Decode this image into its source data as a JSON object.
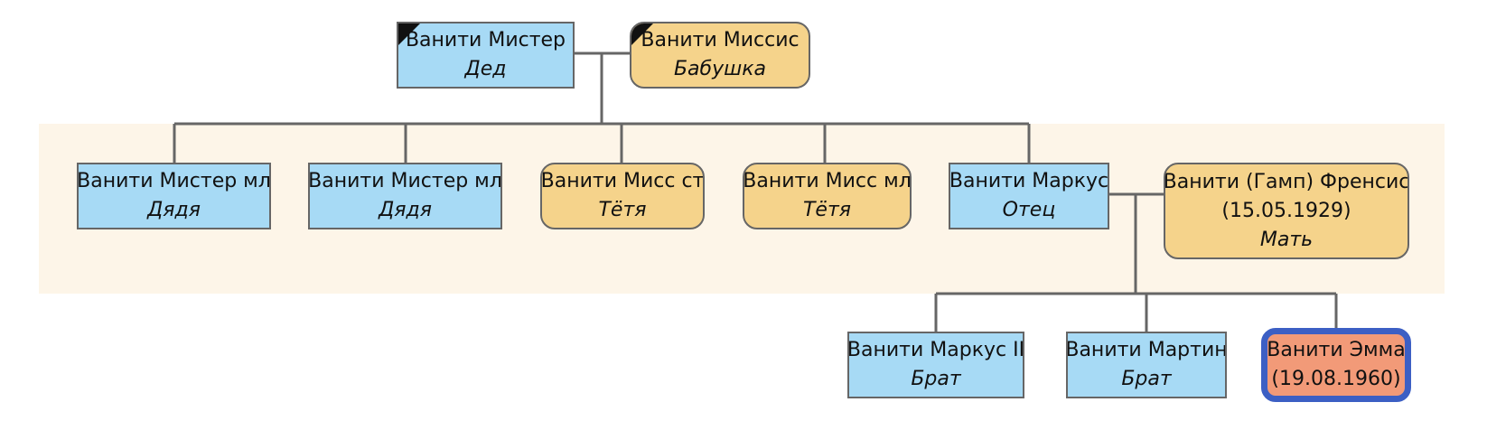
{
  "colors": {
    "male_fill": "#a7daf5",
    "female_fill": "#f5d38b",
    "self_fill": "#f29a78",
    "self_border": "#3c5fc4",
    "generation_band": "#fdf5e8",
    "connector": "#666666"
  },
  "people": {
    "grandfather": {
      "name": "Ванити Мистер",
      "role": "Дед",
      "deceased_icon": "mourning-ribbon-icon"
    },
    "grandmother": {
      "name": "Ванити Миссис",
      "role": "Бабушка",
      "deceased_icon": "mourning-ribbon-icon"
    },
    "uncle1": {
      "name": "Ванити Мистер мл",
      "role": "Дядя"
    },
    "uncle2": {
      "name": "Ванити Мистер мл",
      "role": "Дядя"
    },
    "aunt1": {
      "name": "Ванити Мисс ст",
      "role": "Тётя"
    },
    "aunt2": {
      "name": "Ванити Мисс мл",
      "role": "Тётя"
    },
    "father": {
      "name": "Ванити Маркус",
      "role": "Отец"
    },
    "mother": {
      "name": "Ванити (Гамп) Френсис",
      "date": "(15.05.1929)",
      "role": "Мать"
    },
    "brother1": {
      "name": "Ванити Маркус II",
      "role": "Брат"
    },
    "brother2": {
      "name": "Ванити Мартин",
      "role": "Брат"
    },
    "self": {
      "name": "Ванити Эмма",
      "date": "(19.08.1960)"
    }
  }
}
